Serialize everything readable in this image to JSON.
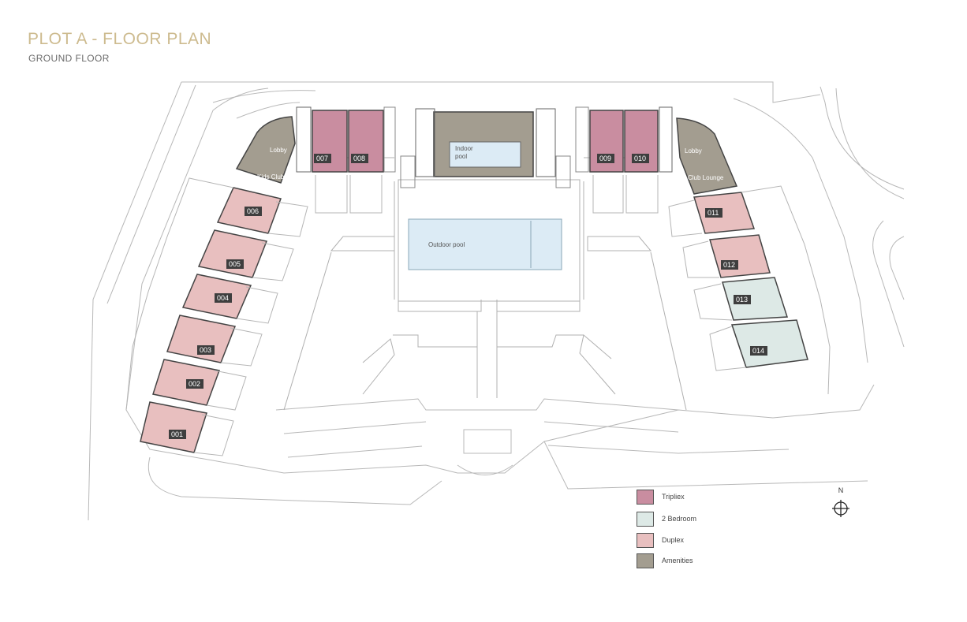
{
  "header": {
    "title": "PLOT A - FLOOR PLAN",
    "subtitle": "GROUND FLOOR"
  },
  "plan": {
    "amenity_labels": {
      "lobby_left": "Lobby",
      "kids_club": "Kids Club",
      "lobby_right": "Lobby",
      "club_lounge": "Club Lounge",
      "indoor_pool_line1": "Indoor",
      "indoor_pool_line2": "pool",
      "outdoor_pool": "Outdoor pool"
    },
    "units": [
      {
        "id": "001",
        "type": "Duplex"
      },
      {
        "id": "002",
        "type": "Duplex"
      },
      {
        "id": "003",
        "type": "Duplex"
      },
      {
        "id": "004",
        "type": "Duplex"
      },
      {
        "id": "005",
        "type": "Duplex"
      },
      {
        "id": "006",
        "type": "Duplex"
      },
      {
        "id": "007",
        "type": "Triplex"
      },
      {
        "id": "008",
        "type": "Triplex"
      },
      {
        "id": "009",
        "type": "Triplex"
      },
      {
        "id": "010",
        "type": "Triplex"
      },
      {
        "id": "011",
        "type": "Duplex"
      },
      {
        "id": "012",
        "type": "Duplex"
      },
      {
        "id": "013",
        "type": "2 Bedroom"
      },
      {
        "id": "014",
        "type": "2 Bedroom"
      }
    ]
  },
  "legend": [
    {
      "label": "Tripliex",
      "color": "#c98da0"
    },
    {
      "label": "2 Bedroom",
      "color": "#dde9e6"
    },
    {
      "label": "Duplex",
      "color": "#e8bfbf"
    },
    {
      "label": "Amenities",
      "color": "#a39d90"
    }
  ],
  "compass": {
    "label": "N"
  },
  "colors": {
    "title": "#cdbb8f",
    "triplex": "#c98da0",
    "two_bedroom": "#dde9e6",
    "duplex": "#e8bfbf",
    "amenities": "#a39d90",
    "pool": "#dcebf5",
    "unit_tag": "#3e3e3e"
  }
}
